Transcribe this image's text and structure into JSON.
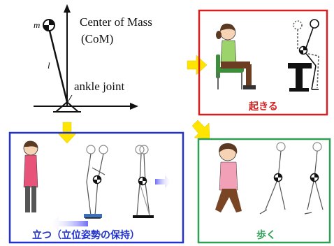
{
  "diagram": {
    "model": {
      "mass_label": "m",
      "length_label": "l",
      "com_label_line1": "Center of Mass",
      "com_label_line2": "(CoM)",
      "ankle_label": "ankle joint"
    },
    "panels": {
      "stand": {
        "caption": "立つ（立位姿勢の保持）",
        "color": "#2233cc"
      },
      "sit_up": {
        "caption": "起きる",
        "color": "#d42020"
      },
      "walk": {
        "caption": "歩く",
        "color": "#2e9f55"
      }
    },
    "colors": {
      "arrow_yellow": "#ffe500",
      "arrow_blue": "#6f6ff5",
      "black": "#111111"
    }
  }
}
